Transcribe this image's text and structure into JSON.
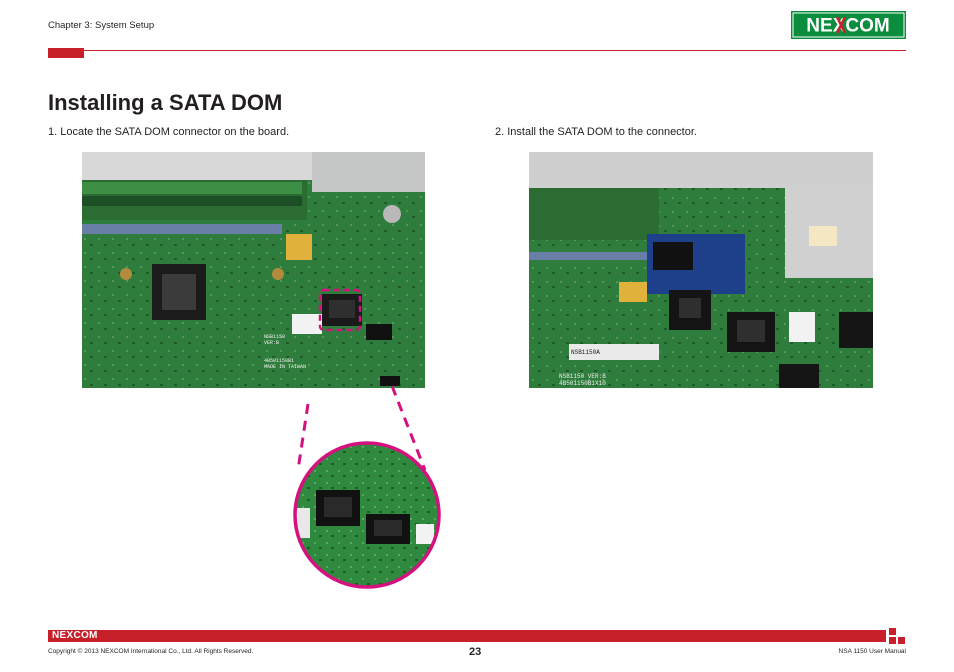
{
  "header": {
    "chapter": "Chapter 3: System Setup",
    "logo_text": "NEXCOM",
    "brand_color": "#c8202a",
    "logo_color": "#0a8d3c"
  },
  "main": {
    "title": "Installing a SATA DOM",
    "steps": [
      {
        "label": "1.  Locate the SATA DOM connector on the board."
      },
      {
        "label": "2.  Install the SATA DOM to the connector."
      }
    ],
    "photo1_labels": [
      "NSB1150",
      "VER:B",
      "4B501150B1",
      "MADE IN TAIWAN"
    ],
    "photo2_labels": [
      "NSB1150A",
      "NSB1150  VER:B",
      "4B501150B1X10"
    ],
    "zoom_accent": "#d4117e"
  },
  "footer": {
    "logo_text": "NEXCOM",
    "copyright": "Copyright © 2013 NEXCOM International Co., Ltd. All Rights Reserved.",
    "page_number": "23",
    "manual": "NSA 1150 User Manual"
  }
}
